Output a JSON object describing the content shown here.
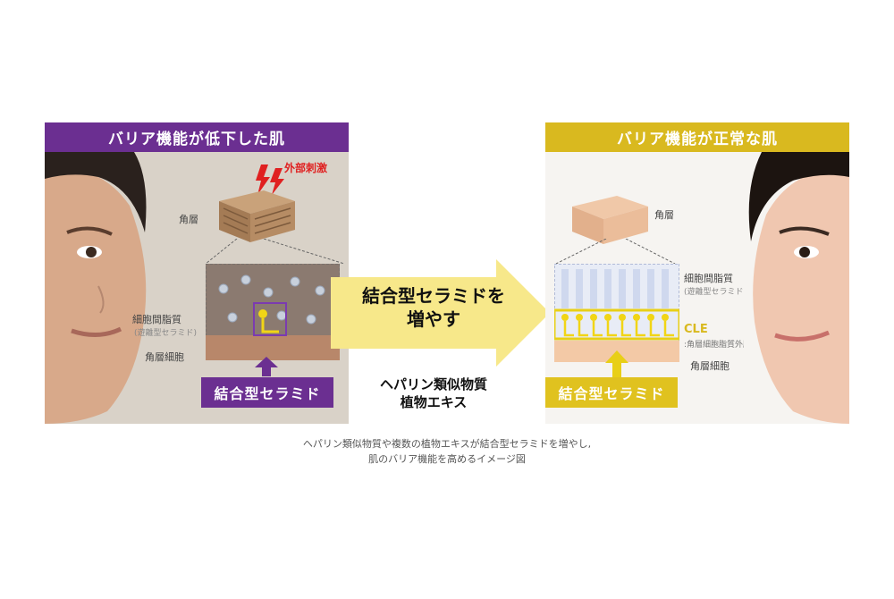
{
  "left": {
    "header": "バリア機能が低下した肌",
    "external_stimulus": "外部刺激",
    "stratum_corneum": "角層",
    "intercellular_lipid": "細胞間脂質",
    "intercellular_lipid_sub": "(遊離型セラミド)",
    "corneocyte": "角層細胞",
    "bound_ceramide": "結合型セラミド",
    "colors": {
      "header": "#6b2f91",
      "accent": "#e8cf17"
    }
  },
  "center": {
    "arrow_line1": "結合型セラミドを",
    "arrow_line2": "増やす",
    "ingredients_line1": "ヘパリン類似物質",
    "ingredients_line2": "植物エキス",
    "colors": {
      "arrow": "#f7e88a"
    }
  },
  "right": {
    "header": "バリア機能が正常な肌",
    "stratum_corneum": "角層",
    "intercellular_lipid": "細胞間脂質",
    "intercellular_lipid_sub": "(遊離型セラミド)",
    "cle": "CLE",
    "cle_desc": ":角層細胞脂質外膜",
    "corneocyte": "角層細胞",
    "bound_ceramide": "結合型セラミド",
    "colors": {
      "header": "#d9b91f"
    }
  },
  "caption": {
    "line1": "ヘパリン類似物質や複数の植物エキスが結合型セラミドを増やし,",
    "line2": "肌のバリア機能を高めるイメージ図"
  }
}
